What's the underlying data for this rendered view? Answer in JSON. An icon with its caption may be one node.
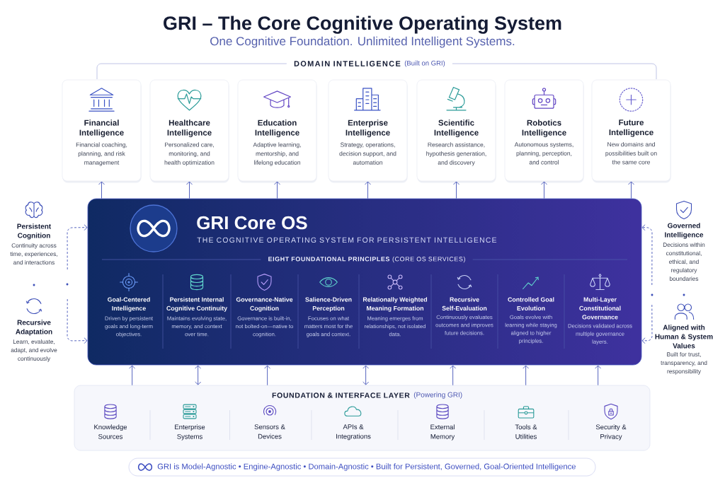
{
  "diagram": {
    "title": "GRI – The Core Cognitive Operating System",
    "nodes": [
      {
        "text": [
          "Financial Intelligence",
          "Financial coaching, planning, and risk management"
        ]
      },
      {
        "text": [
          "Healthcare Intelligence",
          "Personalized care, monitoring, and health optimization"
        ]
      },
      {
        "text": [
          "Education Intelligence",
          "Adaptive learning, mentorship, and lifelong education"
        ]
      },
      {
        "text": [
          "Enterprise Intelligence",
          "Strategy, operations, decision support, and automation"
        ]
      },
      {
        "text": [
          "Scientific Intelligence",
          "Research assistance, hypothesis generation, and discovery"
        ]
      },
      {
        "text": [
          "Robotics Intelligence",
          "Autonomous systems, planning, perception, and control"
        ]
      },
      {
        "text": [
          "Future Intelligence",
          "New domains and possibilities built on the same core"
        ]
      },
      {
        "text": [
          "Persistent Cognition",
          "Continuity across time, experiences, and interactions"
        ]
      },
      {
        "text": [
          "Recursive Adaptation",
          "Learn, evaluate, adapt, and evolve continuously"
        ]
      },
      {
        "text": [
          "GRI Core OS",
          "THE COGNITIVE OPERATING SYSTEM FOR PERSISTENT INTELLIGENCE",
          "**EIGHT FOUNDATIONAL PRINCIPLES** (CORE OS SERVICES)"
        ]
      },
      {
        "text": [
          "Goal-Centered Intelligence",
          "Driven by persistent goals and long-term objectives."
        ],
        "in": 9
      },
      {
        "text": [
          "Persistent Internal Cognitive Continuity",
          "Maintains evolving state, memory, and context over time."
        ],
        "in": 9
      },
      {
        "text": [
          "Governance-Native Cognition",
          "Governance is built-in, not bolted-on—native to cognition."
        ],
        "in": 9
      },
      {
        "text": [
          "Salience-Driven Perception",
          "Focuses on what matters most for the goals and context."
        ],
        "in": 9
      },
      {
        "text": [
          "Relationally Weighted Meaning Formation",
          "Meaning emerges from relationships, not isolated data."
        ],
        "in": 9
      },
      {
        "text": [
          "Recursive Self-Evaluation",
          "Continuously evaluates outcomes and improves future decisions."
        ],
        "in": 9
      },
      {
        "text": [
          "Controlled Goal Evolution",
          "Goals evolve with learning while staying aligned to higher principles."
        ],
        "in": 9
      },
      {
        "text": [
          "Multi-Layer Constitutional Governance",
          "Decisions validated across multiple governance layers."
        ],
        "in": 9
      },
      {
        "text": [
          "Governed Intelligence",
          "Decisions within constitutional, ethical, and regulatory boundaries"
        ]
      },
      {
        "text": [
          "Aligned with Human & System Values",
          "Built for trust, transparency, and responsibility"
        ]
      },
      {
        "text": [
          "FOUNDATION & INTERFACE LAYER",
          "(Powering GRI)"
        ]
      },
      {
        "text": [
          "Knowledge Sources"
        ],
        "in": 20
      },
      {
        "text": [
          "Enterprise Systems"
        ],
        "in": 20
      },
      {
        "text": [
          "Sensors & Devices"
        ],
        "in": 20
      },
      {
        "text": [
          "APIs & Integrations"
        ],
        "in": 20
      },
      {
        "text": [
          "External Memory"
        ],
        "in": 20
      },
      {
        "text": [
          "Tools & Utilities"
        ],
        "in": 20
      },
      {
        "text": [
          "Security & Privacy"
        ],
        "in": 20
      },
      {
        "text": [
          "GRI is Model-Agnostic • Engine-Agnostic • Domain-Agnostic • Built for Persistent, Governed, Goal-Oriented Intelligence"
        ]
      }
    ],
    "edges": [
      {
        "from": 9,
        "to": 0,
        "arrow": "to"
      },
      {
        "from": 9,
        "to": 1,
        "arrow": "to"
      },
      {
        "from": 9,
        "to": 2,
        "arrow": "to"
      },
      {
        "from": 9,
        "to": 3,
        "arrow": "to"
      },
      {
        "from": 9,
        "to": 4,
        "arrow": "to"
      },
      {
        "from": 9,
        "to": 5,
        "arrow": "to"
      },
      {
        "from": 9,
        "to": 6,
        "arrow": "to"
      },
      {
        "from": 7,
        "to": 9,
        "arrow": "to",
        "style": "dashed"
      },
      {
        "from": 8,
        "to": 9,
        "arrow": "to",
        "style": "dashed"
      },
      {
        "from": 18,
        "to": 9,
        "arrow": "to",
        "style": "dashed"
      },
      {
        "from": 19,
        "to": 9,
        "arrow": "to",
        "style": "dashed"
      },
      {
        "from": 20,
        "to": 9,
        "arrow": "to"
      },
      {
        "from": 20,
        "to": 9,
        "arrow": "both"
      },
      {
        "from": 20,
        "to": 9,
        "arrow": "to"
      },
      {
        "from": 20,
        "to": 9,
        "arrow": "both"
      },
      {
        "from": 20,
        "to": 9,
        "arrow": "to"
      },
      {
        "from": 20,
        "to": 9,
        "arrow": "to"
      },
      {
        "from": 20,
        "to": 9,
        "arrow": "to"
      }
    ],
    "labels": [
      "One Cognitive Foundation. Unlimited Intelligent Systems.",
      "DOMAIN INTELLIGENCE",
      "(Built on GRI)"
    ]
  }
}
